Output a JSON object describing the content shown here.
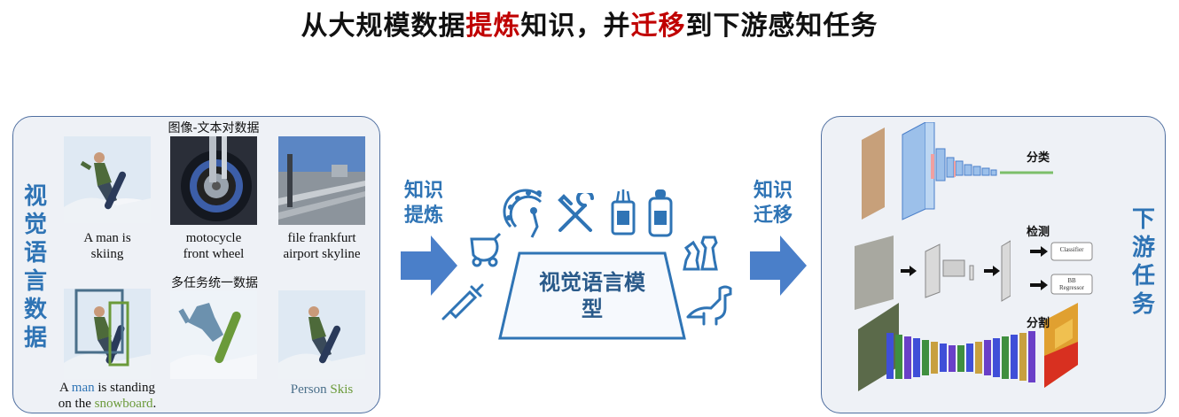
{
  "title": {
    "part1": "从大规模数据",
    "part2": "提炼",
    "part3": "知识，并",
    "part4": "迁移",
    "part5": "到下游感知任务",
    "highlight_color": "#c00000"
  },
  "left_panel": {
    "side_label": "视觉语言数据",
    "pair_heading": "图像-文本对数据",
    "captions": [
      {
        "line1": "A man is",
        "line2": "skiing"
      },
      {
        "line1": "motocycle",
        "line2": "front wheel"
      },
      {
        "line1": "file frankfurt",
        "line2": "airport skyline"
      }
    ],
    "multitask_heading": "多任务统一数据",
    "multitask_caption": {
      "w1": "A",
      "w2": "man",
      "w3": "is standing",
      "w4": "on the",
      "w5": "snowboard",
      "w6": "."
    },
    "person_skis": {
      "w1": "Person",
      "w2": "Skis"
    }
  },
  "arrow1": {
    "label": "知识提炼"
  },
  "arrow2": {
    "label": "知识迁移"
  },
  "center": {
    "model_label": "视觉语言模型",
    "icons": [
      "peacock-icon",
      "tools-icon",
      "cup-icon",
      "bottle-icon",
      "stroller-icon",
      "chess-icon",
      "syringe-icon",
      "dinosaur-icon"
    ]
  },
  "right_panel": {
    "side_label": "下游任务",
    "tasks": [
      "分类",
      "检测",
      "分割"
    ],
    "classifier": "Classifier",
    "bb1": "BB",
    "bb2": "Regressor"
  },
  "colors": {
    "accent": "#2f74b5",
    "panel_border": "#4f6fa0",
    "panel_bg": "#eef1f6"
  }
}
